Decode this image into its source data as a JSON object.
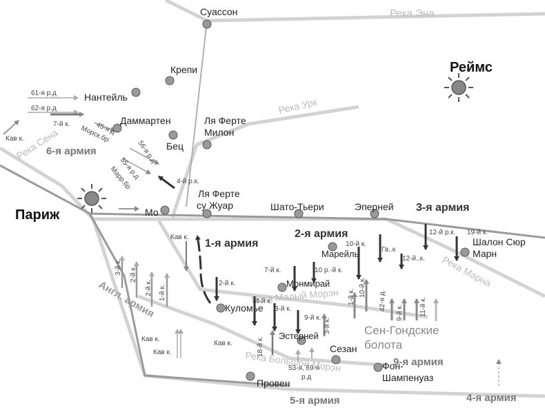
{
  "rivers": {
    "aisne": "Река Эна",
    "ourcq": "Река Урк",
    "seine": "Река Сена",
    "marne": "Река Марна",
    "petit_morin": "Река Малый Морэн",
    "grand_morin": "Река Большой Морэн"
  },
  "cities": {
    "paris": "Париж",
    "reims": "Реймс",
    "soissons": "Суассон",
    "crepy": "Крепи",
    "nanteuil": "Нантейль",
    "dammartin": "Даммартен",
    "ferte_milon_1": "Ля Ферте",
    "ferte_milon_2": "Милон",
    "betz": "Бец",
    "meaux": "Мо",
    "ferte_jouarre_1": "Ля Ферте",
    "ferte_jouarre_2": "су Жуар",
    "chateau_thierry": "Шато-Тьери",
    "epernay": "Эперней",
    "mareuil": "Марейль",
    "chalons_1": "Шалон Сюр",
    "chalons_2": "Марн",
    "montmirail": "Монмирай",
    "coulommiers": "Куломье",
    "esternay": "Эстерней",
    "sezanne": "Сезан",
    "fere_champenoise_1": "Фон-",
    "fere_champenoise_2": "Шампенуаз",
    "provins": "Провен",
    "marshes_1": "Сен-Гондские",
    "marshes_2": "болота"
  },
  "armies": {
    "sixth": "6-я армия",
    "first": "1-я армия",
    "second": "2-я армия",
    "third": "3-я армия",
    "ninth": "9-я армия",
    "fifth": "5-я армия",
    "fourth": "4-я армия",
    "british": "Англ. армия"
  },
  "units": {
    "d61": "61-я р.д",
    "d62": "62-я р.д",
    "c7_6": "7-й к.",
    "d45": "45-я д",
    "marine_br": "Морск.бр",
    "cav_6": "Кав к.",
    "d56": "56-я р.д",
    "d55": "55-я р.д",
    "mar_br": "Марр.бр",
    "rc4": "4-й р.к.",
    "cav_1": "Кав к.",
    "c2_1": "2-й к.",
    "c10_2": "10-й к.",
    "gv_k": "Гв..к",
    "rc12": "12-й р.к.",
    "c19": "19-й к.",
    "c12": "12-й..к.",
    "c7_2": "7-й к.",
    "rc10": "10 р.-й к.",
    "c4_2": "4-й к.",
    "c3_2": "3-й к.",
    "c9_2": "9-й к.",
    "c10_9": "10-й к.",
    "c1_9": "1-й к.",
    "d42": "42-я д.",
    "c9_9": "9-й к.",
    "c11_9": "11-й к.",
    "c3_brit": "3-й к.",
    "c2_brit": "2-й к.",
    "c1_brit": "1-й к.",
    "cav_brit_1": "Кав к.",
    "cav_brit_2": "Кав к.",
    "cav_5": "Кав к.",
    "c18": "18-й к.",
    "c3_5": "3-й к.",
    "d53_1": "53-я, 69-я",
    "d53_2": "р.д"
  }
}
